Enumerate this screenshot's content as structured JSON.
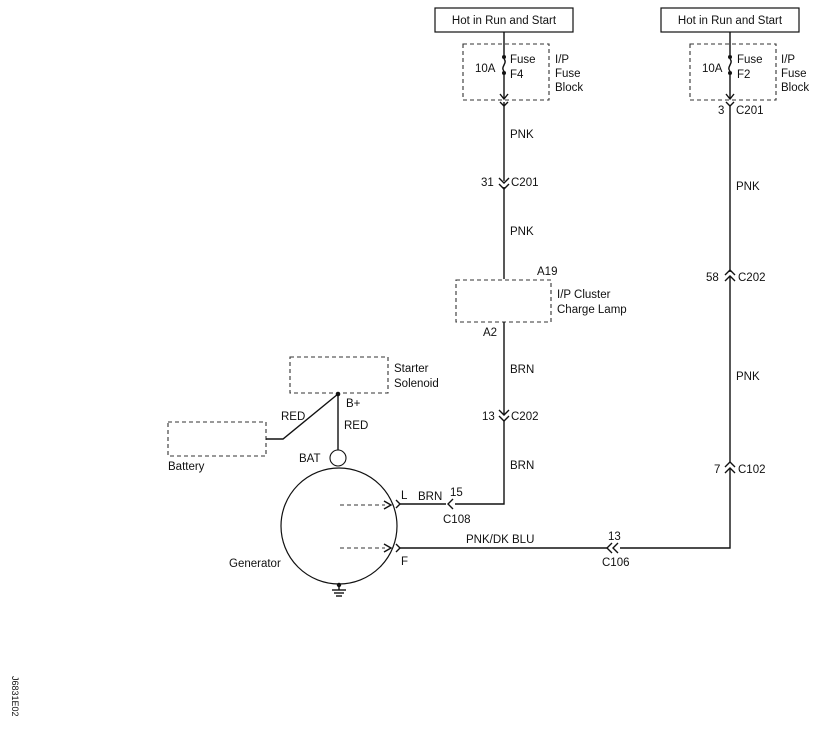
{
  "hot_left": {
    "label": "Hot in Run and Start"
  },
  "hot_right": {
    "label": "Hot in Run and Start"
  },
  "fuse_left": {
    "rating": "10A",
    "name": "Fuse",
    "id": "F4",
    "block_lines": [
      "I/P",
      "Fuse",
      "Block"
    ]
  },
  "fuse_right": {
    "rating": "10A",
    "name": "Fuse",
    "id": "F2",
    "block_lines": [
      "I/P",
      "Fuse",
      "Block"
    ]
  },
  "left_circuit": {
    "wire1": "PNK",
    "c201_pin": "31",
    "c201": "C201",
    "wire2": "PNK",
    "cluster_pin_top": "A19",
    "cluster_lines": [
      "I/P Cluster",
      "Charge Lamp"
    ],
    "cluster_pin_bottom": "A2",
    "wire3": "BRN",
    "c202_pin": "13",
    "c202": "C202",
    "wire4": "BRN",
    "l_wire": "BRN",
    "c108_pin": "15",
    "c108": "C108"
  },
  "right_circuit": {
    "c201_pin": "3",
    "c201": "C201",
    "wire1": "PNK",
    "c202_pin": "58",
    "c202": "C202",
    "wire2": "PNK",
    "c102_pin": "7",
    "c102": "C102",
    "f_wire": "PNK/DK BLU",
    "c106_pin": "13",
    "c106": "C106"
  },
  "starter": {
    "lines": [
      "Starter",
      "Solenoid"
    ],
    "terminal": "B+"
  },
  "battery": {
    "label": "Battery",
    "wire": "RED"
  },
  "bat_wire": "RED",
  "generator": {
    "label": "Generator",
    "bat": "BAT",
    "l_terminal": "L",
    "f_terminal": "F"
  },
  "figure_id": "J6831E02"
}
